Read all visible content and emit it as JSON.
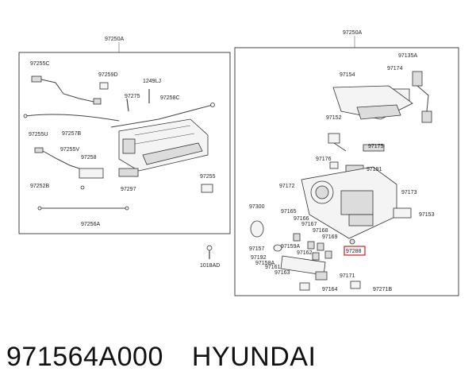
{
  "left_group": {
    "title": "97250A",
    "labels": [
      "97255C",
      "97259D",
      "1249LJ",
      "97275",
      "97258C",
      "97257B",
      "97255U",
      "97255V",
      "97258",
      "97252B",
      "97297",
      "97255",
      "97256A"
    ]
  },
  "right_group": {
    "title": "97250A",
    "labels": [
      "97135A",
      "97174",
      "97154",
      "97152",
      "97175",
      "97176",
      "97191",
      "97172",
      "97173",
      "97300",
      "97165",
      "97166",
      "97167",
      "97168",
      "97153",
      "97169",
      "97157",
      "97159A",
      "97162",
      "97192",
      "97158A",
      "97161",
      "97163",
      "97171",
      "97164",
      "97271B"
    ],
    "highlighted_label": "97288"
  },
  "standalone": {
    "label": "1018AD"
  },
  "caption": {
    "part_number": "971564A000",
    "brand": "HYUNDAI"
  },
  "colors": {
    "highlight": "#e01818",
    "line": "#333333"
  }
}
